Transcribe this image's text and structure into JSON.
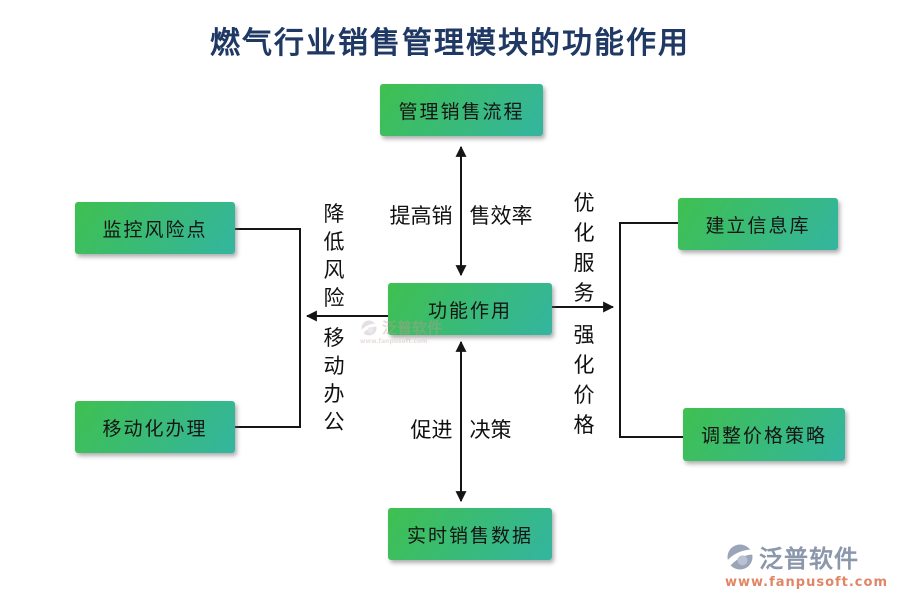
{
  "title": "燃气行业销售管理模块的功能作用",
  "diagram": {
    "center_node": {
      "label": "功能作用"
    },
    "nodes": {
      "top": {
        "label": "管理销售流程"
      },
      "left_top": {
        "label": "监控风险点"
      },
      "left_bottom": {
        "label": "移动化办理"
      },
      "right_top": {
        "label": "建立信息库"
      },
      "right_bottom": {
        "label": "调整价格策略"
      },
      "bottom": {
        "label": "实时销售数据"
      }
    },
    "edge_labels": {
      "top": {
        "part1": "提高销",
        "part2": "售效率"
      },
      "bottom": {
        "part1": "促进",
        "part2": "决策"
      },
      "left_upper": "降低风险",
      "left_lower": "移动办公",
      "right_upper": "优化服务",
      "right_lower": "强化价格"
    }
  },
  "watermarks": {
    "corner": {
      "brand": "泛普软件",
      "url": "www.fanpusoft.com"
    },
    "faint": {
      "brand": "泛普软件",
      "url": "www.fanpusoft.com"
    }
  },
  "colors": {
    "title": "#1F3864",
    "node_gradient_start": "#3FC050",
    "node_gradient_end": "#33B5A0",
    "node_text": "#151515",
    "connector_line": "#151515",
    "watermark_brand": "#8B97AB",
    "watermark_url": "#E08666"
  }
}
